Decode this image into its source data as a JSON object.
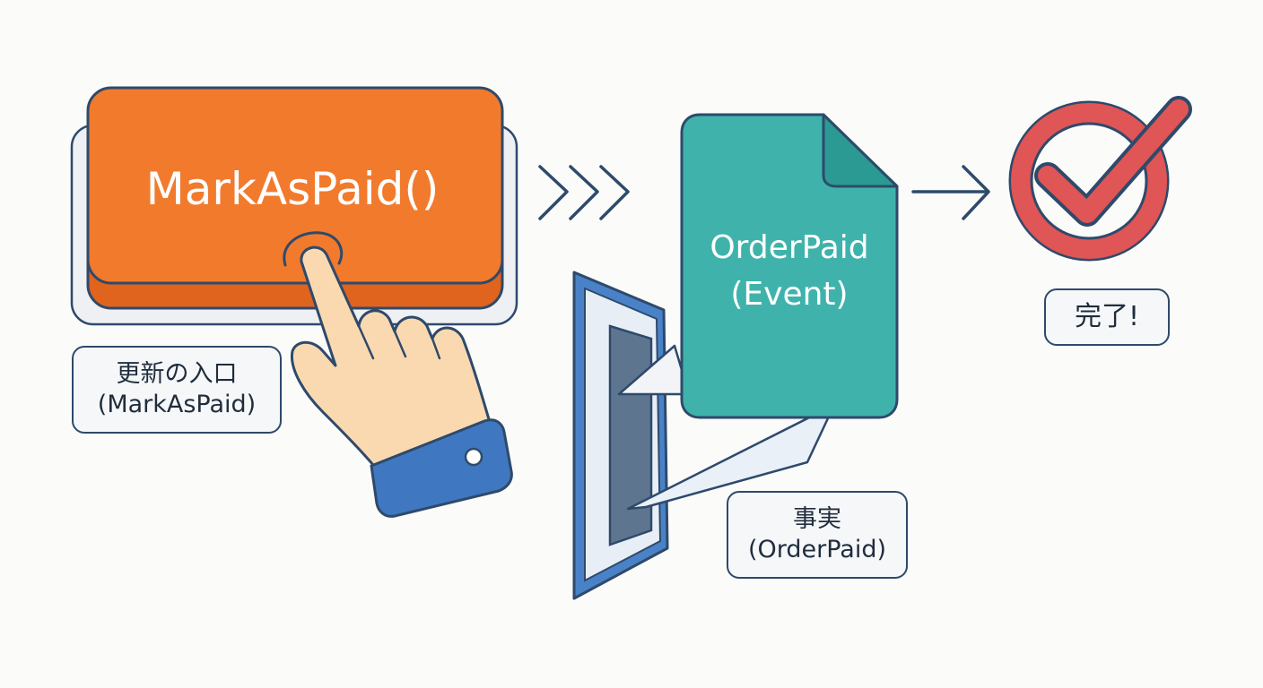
{
  "button": {
    "label": "MarkAsPaid()"
  },
  "event_doc": {
    "line1": "OrderPaid",
    "line2": "(Event)"
  },
  "labels": {
    "entry_line1": "更新の入口",
    "entry_line2": "(MarkAsPaid)",
    "fact_line1": "事実",
    "fact_line2": "(OrderPaid)",
    "done": "完了!"
  },
  "icons": {
    "pointer": "hand-pointer-icon",
    "flow": "triple-chevron-icon",
    "mail": "mail-slot-icon",
    "document": "document-icon",
    "arrow": "arrow-right-icon",
    "check": "check-circle-icon"
  },
  "colors": {
    "button": "#f27a2d",
    "button_shadow": "#e0631e",
    "outline": "#2e4a6b",
    "document": "#3fb3ab",
    "document_fold": "#2a9a93",
    "check_ring": "#e05555",
    "sleeve": "#3f78c0",
    "skin": "#fbd9b0"
  }
}
